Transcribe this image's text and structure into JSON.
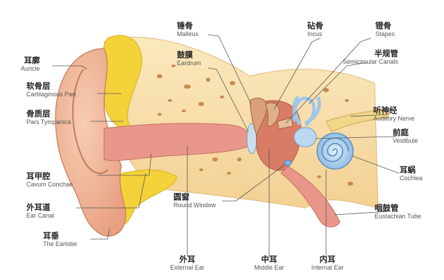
{
  "labels": {
    "auricle": {
      "zh": "耳廓",
      "en": "Auricle"
    },
    "cartilaginous": {
      "zh": "软骨层",
      "en": "Cartilaginous Part"
    },
    "pars": {
      "zh": "骨质层",
      "en": "Pars Tympanica"
    },
    "cavum": {
      "zh": "耳甲腔",
      "en": "Cavum Conchae"
    },
    "canal": {
      "zh": "外耳道",
      "en": "Ear Canal"
    },
    "earlobe": {
      "zh": "耳垂",
      "en": "The Earlobe"
    },
    "malleus": {
      "zh": "锤骨",
      "en": "Malleus"
    },
    "eardrum": {
      "zh": "鼓膜",
      "en": "Eardrum"
    },
    "incus": {
      "zh": "砧骨",
      "en": "Incus"
    },
    "stapes": {
      "zh": "镫骨",
      "en": "Stapes"
    },
    "semicircular": {
      "zh": "半规管",
      "en": "Semicircular Canals"
    },
    "auditory": {
      "zh": "听神经",
      "en": "Auditory Nerve"
    },
    "vestibule": {
      "zh": "前庭",
      "en": "Vestibule"
    },
    "cochlea": {
      "zh": "耳蜗",
      "en": "Cochlea"
    },
    "eustachian": {
      "zh": "咽鼓管",
      "en": "Eustachian Tube"
    },
    "round": {
      "zh": "圆窗",
      "en": "Round Window"
    },
    "outer": {
      "zh": "外耳",
      "en": "External Ear"
    },
    "middle": {
      "zh": "中耳",
      "en": "Middle Ear"
    },
    "inner": {
      "zh": "内耳",
      "en": "Internal Ear"
    }
  },
  "colors": {
    "skin": "#f2b79a",
    "bone": "#f7dfa6",
    "cartilage": "#f3d23a",
    "canal": "#e8978a",
    "cochlea": "#9ec6ea",
    "leader": "#555555"
  }
}
